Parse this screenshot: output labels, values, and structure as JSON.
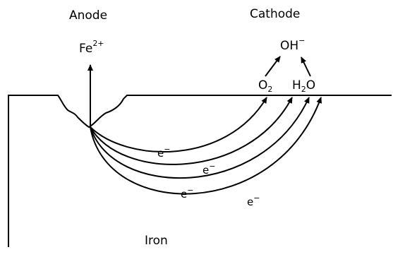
{
  "labels": {
    "anode": "Anode",
    "cathode": "Cathode",
    "ion_base": "Fe",
    "ion_charge": "2+",
    "hydroxide_base": "OH",
    "hydroxide_charge": "−",
    "oxygen_base": "O",
    "oxygen_sub": "2",
    "water_h": "H",
    "water_sub": "2",
    "water_o": "O",
    "material": "Iron",
    "electron_base": "e",
    "electron_charge": "−"
  },
  "electron_paths": 4
}
